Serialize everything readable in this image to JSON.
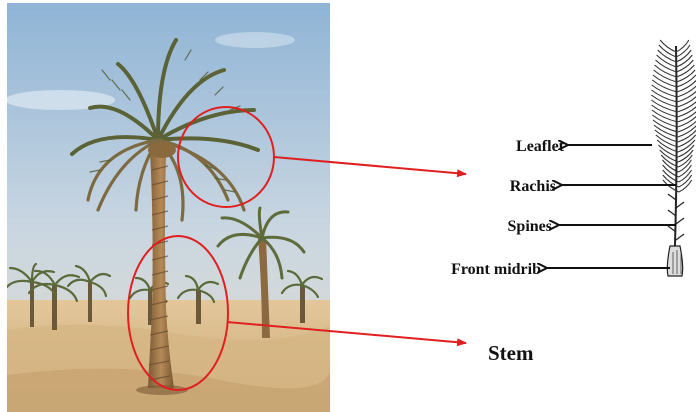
{
  "figure": {
    "labels": {
      "leaflet": "Leaflet",
      "rachis": "Rachis",
      "spines": "Spines",
      "front_midrib": "Front midrib",
      "stem": "Stem"
    },
    "colors": {
      "callout": "#e02020",
      "sky_top": "#8fb4d6",
      "sky_bottom": "#d9e2ea",
      "sand": "#d8b889",
      "trunk": "#a27a4c",
      "frond": "#6b6a3c",
      "sketch": "#222222"
    }
  }
}
